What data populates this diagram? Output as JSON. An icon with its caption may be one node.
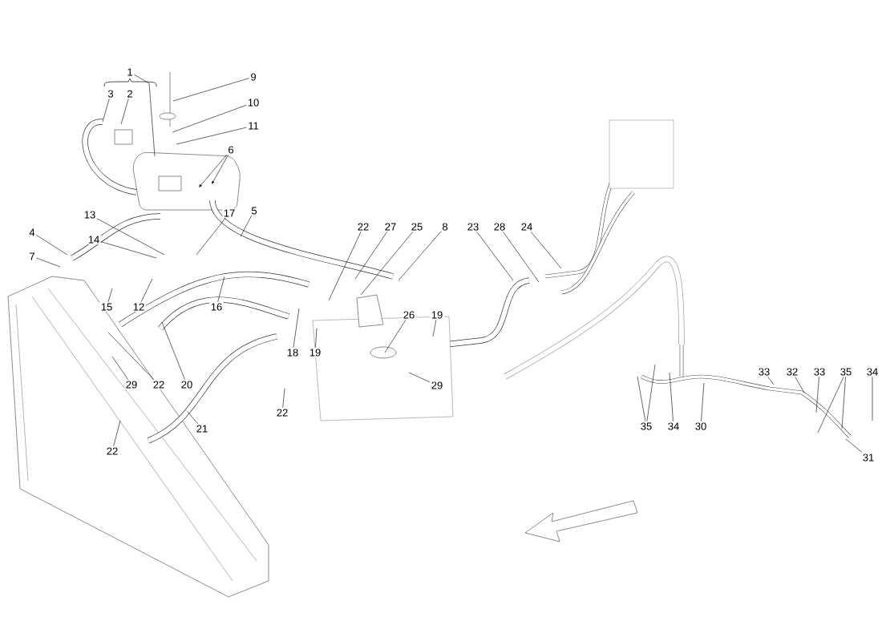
{
  "diagram": {
    "nodes": [
      {
        "text": [
          "1"
        ]
      },
      {
        "text": [
          "3"
        ]
      },
      {
        "text": [
          "2"
        ]
      },
      {
        "text": [
          "9"
        ]
      },
      {
        "text": [
          "10"
        ]
      },
      {
        "text": [
          "11"
        ]
      },
      {
        "text": [
          "6"
        ]
      },
      {
        "text": [
          "13"
        ]
      },
      {
        "text": [
          "17"
        ]
      },
      {
        "text": [
          "5"
        ]
      },
      {
        "text": [
          "4"
        ]
      },
      {
        "text": [
          "14"
        ]
      },
      {
        "text": [
          "7"
        ]
      },
      {
        "text": [
          "22"
        ]
      },
      {
        "text": [
          "27"
        ]
      },
      {
        "text": [
          "25"
        ]
      },
      {
        "text": [
          "8"
        ]
      },
      {
        "text": [
          "23"
        ]
      },
      {
        "text": [
          "28"
        ]
      },
      {
        "text": [
          "24"
        ]
      },
      {
        "text": [
          "15"
        ]
      },
      {
        "text": [
          "12"
        ]
      },
      {
        "text": [
          "16"
        ]
      },
      {
        "text": [
          "26"
        ]
      },
      {
        "text": [
          "19"
        ]
      },
      {
        "text": [
          "18"
        ]
      },
      {
        "text": [
          "19"
        ]
      },
      {
        "text": [
          "29"
        ]
      },
      {
        "text": [
          "22"
        ]
      },
      {
        "text": [
          "20"
        ]
      },
      {
        "text": [
          "22"
        ]
      },
      {
        "text": [
          "29"
        ]
      },
      {
        "text": [
          "21"
        ]
      },
      {
        "text": [
          "22"
        ]
      },
      {
        "text": [
          "33"
        ]
      },
      {
        "text": [
          "32"
        ]
      },
      {
        "text": [
          "33"
        ]
      },
      {
        "text": [
          "35"
        ]
      },
      {
        "text": [
          "34"
        ]
      },
      {
        "text": [
          "35"
        ]
      },
      {
        "text": [
          "34"
        ]
      },
      {
        "text": [
          "30"
        ]
      },
      {
        "text": [
          "31"
        ]
      }
    ],
    "edges": [
      {
        "from": 0,
        "to": null,
        "arrow": "none"
      },
      {
        "from": 1,
        "to": null,
        "arrow": "none"
      },
      {
        "from": 2,
        "to": null,
        "arrow": "none"
      },
      {
        "from": 3,
        "to": null,
        "arrow": "none"
      },
      {
        "from": 4,
        "to": null,
        "arrow": "none"
      },
      {
        "from": 5,
        "to": null,
        "arrow": "none"
      },
      {
        "from": 6,
        "to": null,
        "arrow": "to"
      },
      {
        "from": 6,
        "to": null,
        "arrow": "to"
      },
      {
        "from": 7,
        "to": null,
        "arrow": "none"
      },
      {
        "from": 8,
        "to": null,
        "arrow": "none"
      },
      {
        "from": 9,
        "to": null,
        "arrow": "none"
      },
      {
        "from": 10,
        "to": null,
        "arrow": "none"
      },
      {
        "from": 11,
        "to": null,
        "arrow": "none"
      },
      {
        "from": 12,
        "to": null,
        "arrow": "none"
      },
      {
        "from": 13,
        "to": null,
        "arrow": "none"
      },
      {
        "from": 14,
        "to": null,
        "arrow": "none"
      },
      {
        "from": 15,
        "to": null,
        "arrow": "none"
      },
      {
        "from": 16,
        "to": null,
        "arrow": "none"
      },
      {
        "from": 17,
        "to": null,
        "arrow": "none"
      },
      {
        "from": 18,
        "to": null,
        "arrow": "none"
      },
      {
        "from": 19,
        "to": null,
        "arrow": "none"
      },
      {
        "from": 20,
        "to": null,
        "arrow": "none"
      },
      {
        "from": 21,
        "to": null,
        "arrow": "none"
      },
      {
        "from": 22,
        "to": null,
        "arrow": "none"
      },
      {
        "from": 23,
        "to": null,
        "arrow": "none"
      },
      {
        "from": 24,
        "to": null,
        "arrow": "none"
      },
      {
        "from": 25,
        "to": null,
        "arrow": "none"
      },
      {
        "from": 26,
        "to": null,
        "arrow": "none"
      },
      {
        "from": 27,
        "to": null,
        "arrow": "none"
      },
      {
        "from": 28,
        "to": null,
        "arrow": "none"
      },
      {
        "from": 29,
        "to": null,
        "arrow": "none"
      },
      {
        "from": 30,
        "to": null,
        "arrow": "none"
      },
      {
        "from": 31,
        "to": null,
        "arrow": "none"
      },
      {
        "from": 32,
        "to": null,
        "arrow": "none"
      },
      {
        "from": 33,
        "to": null,
        "arrow": "none"
      },
      {
        "from": 34,
        "to": null,
        "arrow": "none"
      },
      {
        "from": 35,
        "to": null,
        "arrow": "none"
      },
      {
        "from": 36,
        "to": null,
        "arrow": "none"
      },
      {
        "from": 37,
        "to": null,
        "arrow": "none"
      },
      {
        "from": 37,
        "to": null,
        "arrow": "none"
      },
      {
        "from": 38,
        "to": null,
        "arrow": "none"
      },
      {
        "from": 39,
        "to": null,
        "arrow": "none"
      },
      {
        "from": 39,
        "to": null,
        "arrow": "none"
      },
      {
        "from": 40,
        "to": null,
        "arrow": "none"
      },
      {
        "from": 41,
        "to": null,
        "arrow": "none"
      },
      {
        "from": 42,
        "to": null,
        "arrow": "none"
      }
    ]
  }
}
